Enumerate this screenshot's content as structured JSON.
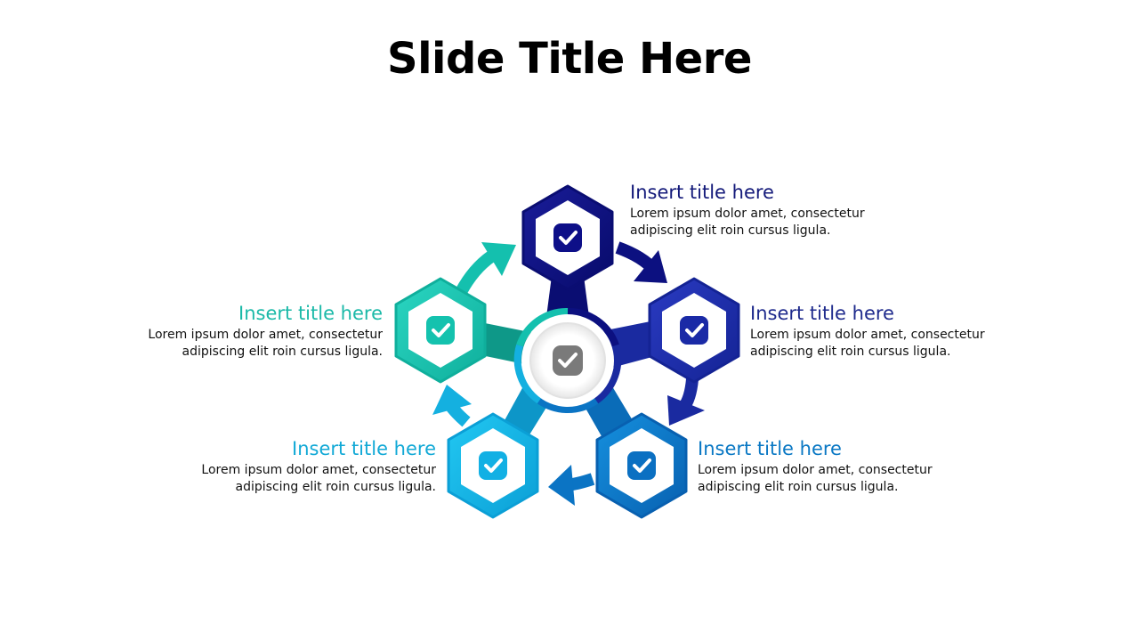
{
  "slide": {
    "title": "Slide Title Here"
  },
  "colors": {
    "center": "#7a7a7a",
    "top": "#0e1180",
    "right": "#1a2ba6",
    "bottom_right": "#0b76c8",
    "bottom_left": "#12b2e3",
    "left": "#12c3b0"
  },
  "items": [
    {
      "key": "top",
      "title": "Insert title here",
      "desc_line1": "Lorem ipsum dolor amet, consectetur",
      "desc_line2": "adipiscing elit roin cursus ligula.",
      "color": "#141a7a",
      "icon": "check-icon"
    },
    {
      "key": "right",
      "title": "Insert title here",
      "desc_line1": "Lorem ipsum dolor amet, consectetur",
      "desc_line2": "adipiscing elit roin cursus ligula.",
      "color": "#1e2a8c",
      "icon": "check-icon"
    },
    {
      "key": "bottom_right",
      "title": "Insert title here",
      "desc_line1": "Lorem ipsum dolor amet, consectetur",
      "desc_line2": "adipiscing elit roin cursus ligula.",
      "color": "#0a78c4",
      "icon": "check-icon"
    },
    {
      "key": "bottom_left",
      "title": "Insert title here",
      "desc_line1": "Lorem ipsum dolor amet, consectetur",
      "desc_line2": "adipiscing elit roin cursus ligula.",
      "color": "#12a9d6",
      "icon": "check-icon"
    },
    {
      "key": "left",
      "title": "Insert title here",
      "desc_line1": "Lorem ipsum dolor amet, consectetur",
      "desc_line2": "adipiscing elit roin cursus ligula.",
      "color": "#1bb9a8",
      "icon": "check-icon"
    }
  ]
}
